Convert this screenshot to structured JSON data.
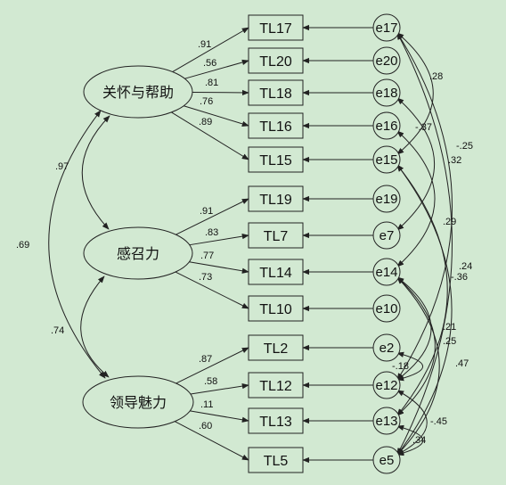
{
  "factors": [
    {
      "id": "F1",
      "label": "关怀与帮助"
    },
    {
      "id": "F2",
      "label": "感召力"
    },
    {
      "id": "F3",
      "label": "领导魅力"
    }
  ],
  "indicators": [
    {
      "id": "TL17",
      "label": "TL17",
      "factor": "F1",
      "loading": ".91",
      "error": "e17"
    },
    {
      "id": "TL20",
      "label": "TL20",
      "factor": "F1",
      "loading": ".56",
      "error": "e20"
    },
    {
      "id": "TL18",
      "label": "TL18",
      "factor": "F1",
      "loading": ".81",
      "error": "e18"
    },
    {
      "id": "TL16",
      "label": "TL16",
      "factor": "F1",
      "loading": ".76",
      "error": "e16"
    },
    {
      "id": "TL15",
      "label": "TL15",
      "factor": "F1",
      "loading": ".89",
      "error": "e15"
    },
    {
      "id": "TL19",
      "label": "TL19",
      "factor": "F2",
      "loading": ".91",
      "error": "e19"
    },
    {
      "id": "TL7",
      "label": "TL7",
      "factor": "F2",
      "loading": ".83",
      "error": "e7"
    },
    {
      "id": "TL14",
      "label": "TL14",
      "factor": "F2",
      "loading": ".77",
      "error": "e14"
    },
    {
      "id": "TL10",
      "label": "TL10",
      "factor": "F2",
      "loading": ".73",
      "error": "e10"
    },
    {
      "id": "TL2",
      "label": "TL2",
      "factor": "F3",
      "loading": ".87",
      "error": "e2"
    },
    {
      "id": "TL12",
      "label": "TL12",
      "factor": "F3",
      "loading": ".58",
      "error": "e12"
    },
    {
      "id": "TL13",
      "label": "TL13",
      "factor": "F3",
      "loading": ".11",
      "error": "e13"
    },
    {
      "id": "TL5",
      "label": "TL5",
      "factor": "F3",
      "loading": ".60",
      "error": "e5"
    }
  ],
  "factor_correlations": [
    {
      "from": "F1",
      "to": "F2",
      "value": ".97"
    },
    {
      "from": "F1",
      "to": "F3",
      "value": ".69"
    },
    {
      "from": "F2",
      "to": "F3",
      "value": ".74"
    }
  ],
  "error_covariances": [
    {
      "from": "e17",
      "to": "e15",
      "value": ".28"
    },
    {
      "from": "e18",
      "to": "e7",
      "value": "-.37"
    },
    {
      "from": "e17",
      "to": "e12",
      "value": "-.25"
    },
    {
      "from": "e16",
      "to": "e14",
      "value": ".32"
    },
    {
      "from": "e15",
      "to": "e13",
      "value": ".29"
    },
    {
      "from": "e15",
      "to": "e5",
      "value": ".24"
    },
    {
      "from": "e14",
      "to": "e12",
      "value": "-.36"
    },
    {
      "from": "e14",
      "to": "e13",
      "value": ".21"
    },
    {
      "from": "e17",
      "to": "e5",
      "value": ".25"
    },
    {
      "from": "e14",
      "to": "e5",
      "value": ".47"
    },
    {
      "from": "e2",
      "to": "e12",
      "value": "-.18"
    },
    {
      "from": "e13",
      "to": "e5",
      "value": "-.45"
    },
    {
      "from": "e12",
      "to": "e5",
      "value": ".34"
    }
  ]
}
